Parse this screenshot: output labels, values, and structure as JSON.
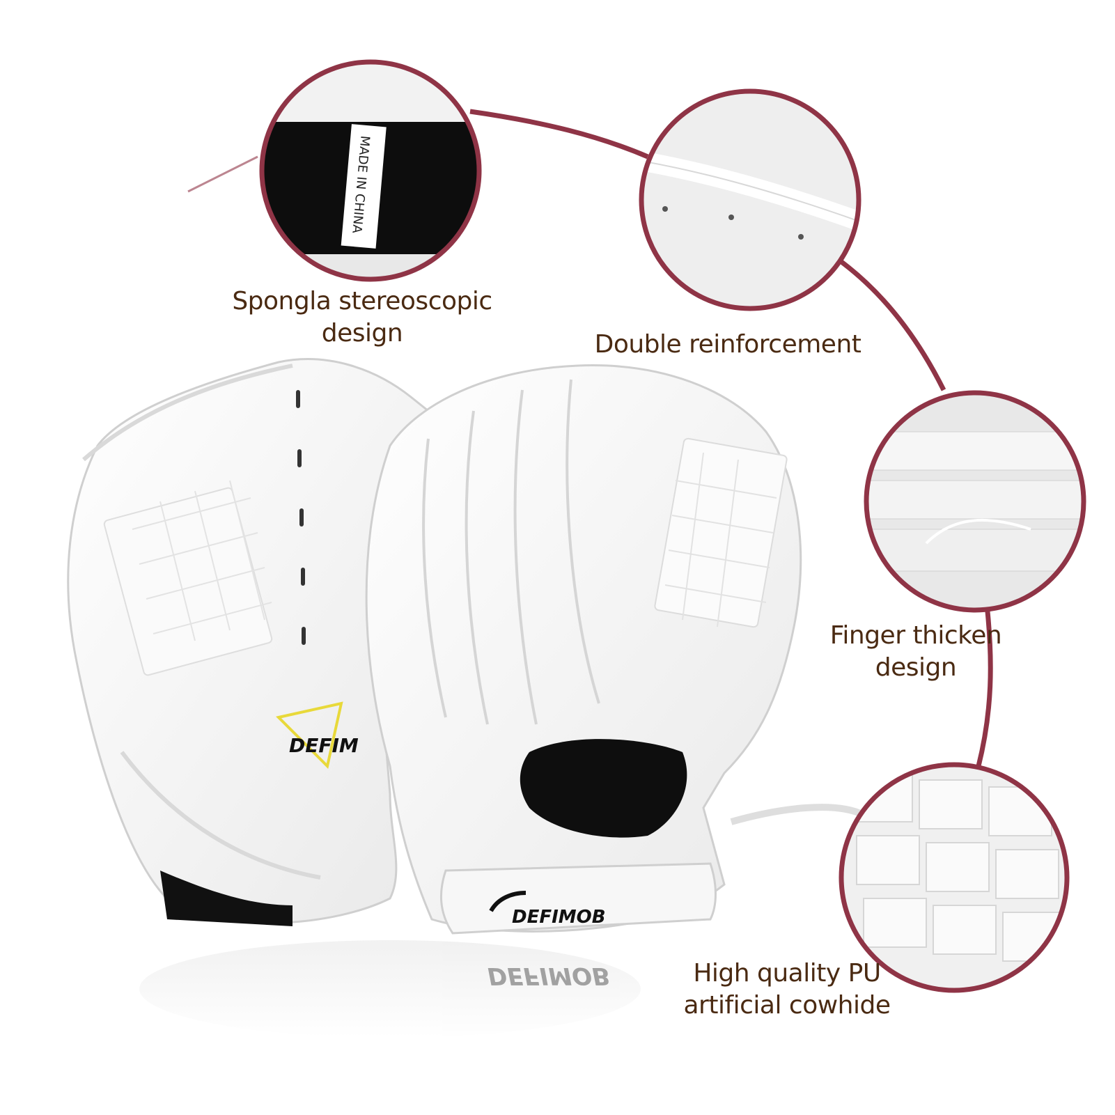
{
  "features": [
    {
      "id": "spongla",
      "lines": [
        "Spongla stereoscopic",
        "design"
      ]
    },
    {
      "id": "double",
      "lines": [
        "Double reinforcement"
      ]
    },
    {
      "id": "finger",
      "lines": [
        "Finger thicken",
        "design"
      ]
    },
    {
      "id": "hq",
      "lines": [
        "High quality PU",
        "artificial cowhide"
      ]
    }
  ],
  "tag_text": "MADE IN CHINA",
  "brand": {
    "name_small": "DEFIM",
    "name": "DEFIMOB"
  },
  "colors": {
    "accent": "#8f3446",
    "label_text": "#4a2a12",
    "glove": "#f4f4f4",
    "lining": "#111111"
  }
}
